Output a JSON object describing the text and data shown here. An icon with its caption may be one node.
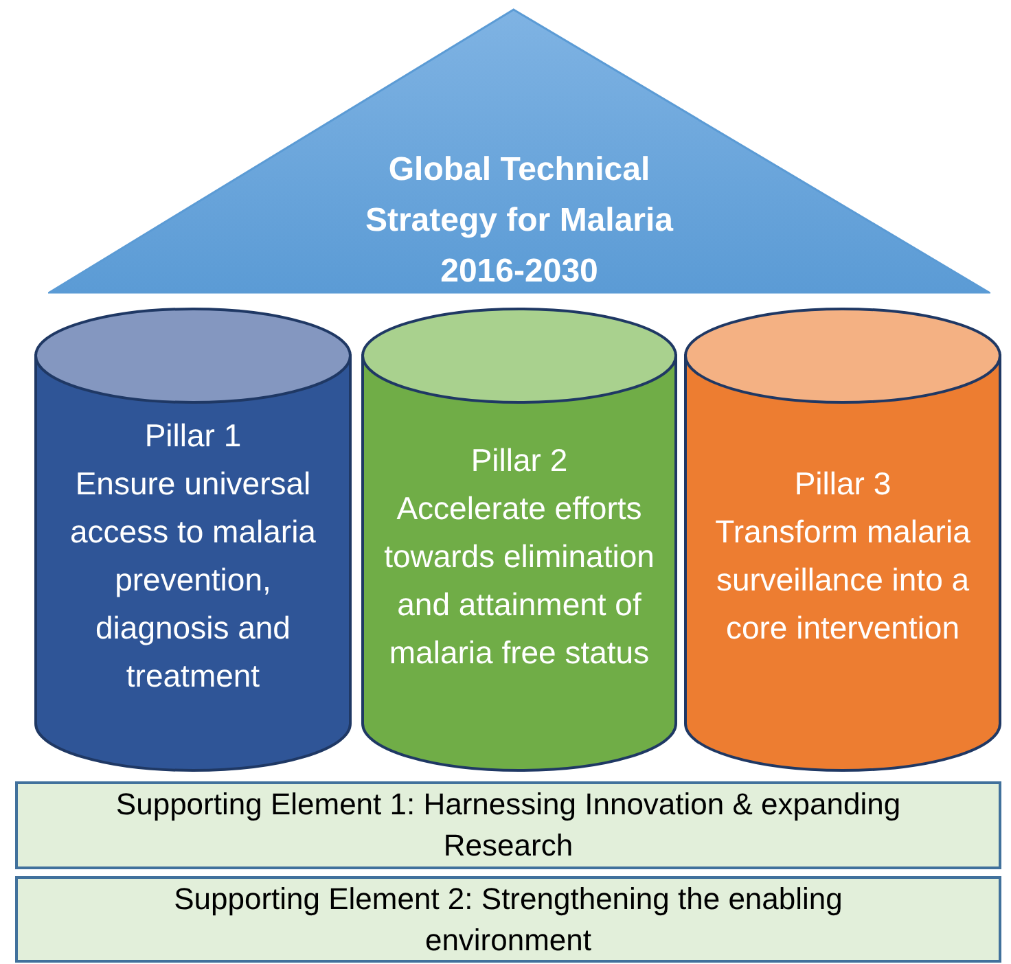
{
  "diagram": {
    "nodes": [
      {
        "text": [
          "Global Technical Strategy for Malaria 2016-2030"
        ]
      },
      {
        "text": [
          "Pillar 1",
          "Ensure universal access to malaria prevention, diagnosis and treatment"
        ]
      },
      {
        "text": [
          "Pillar 2",
          "Accelerate efforts towards elimination and attainment of malaria free status"
        ]
      },
      {
        "text": [
          "Pillar 3",
          "Transform malaria surveillance into a core intervention"
        ]
      },
      {
        "text": [
          "Supporting Element 1: Harnessing Innovation & expanding Research"
        ]
      },
      {
        "text": [
          "Supporting Element 2: Strengthening the enabling environment"
        ]
      }
    ]
  }
}
